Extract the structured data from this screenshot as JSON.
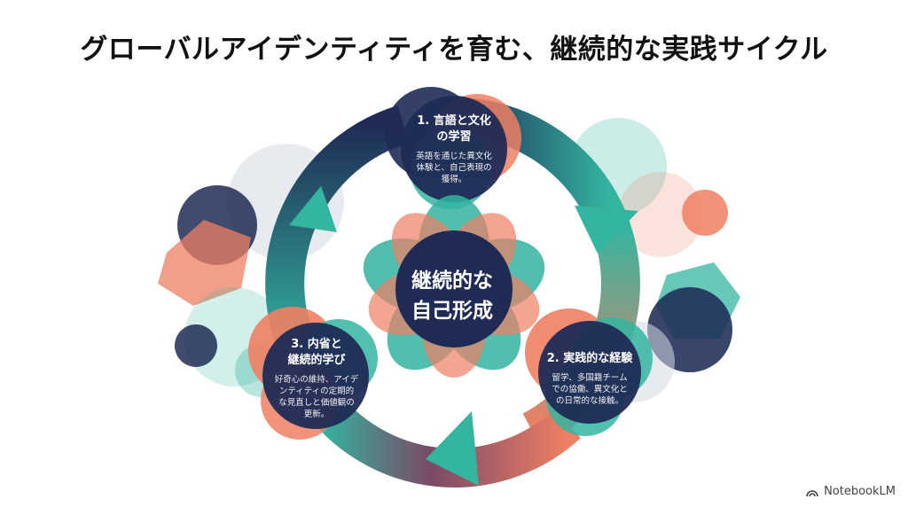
{
  "title": "グローバルアイデンティティを育む、継続的な実践サイクル",
  "center": {
    "line1": "継続的な",
    "line2": "自己形成"
  },
  "steps": [
    {
      "title_line1": "1. 言語と文化",
      "title_line2": "の学習",
      "desc": [
        "英語を通じた異文化",
        "体験と、自己表現の",
        "獲得。"
      ]
    },
    {
      "title_line1": "2. 実践的な経験",
      "title_line2": "",
      "desc": [
        "留学、多国籍チーム",
        "での協働、異文化と",
        "の日常的な接触。"
      ]
    },
    {
      "title_line1": "3. 内省と",
      "title_line2": "継続的学び",
      "desc": [
        "好奇心の維持、アイデ",
        "ンティティの定期的",
        "な見直しと価値観の",
        "更新。"
      ]
    }
  ],
  "brand": "NotebookLM",
  "colors": {
    "navy": "#1f2b55",
    "teal": "#34b5a0",
    "coral": "#ee7f63"
  }
}
